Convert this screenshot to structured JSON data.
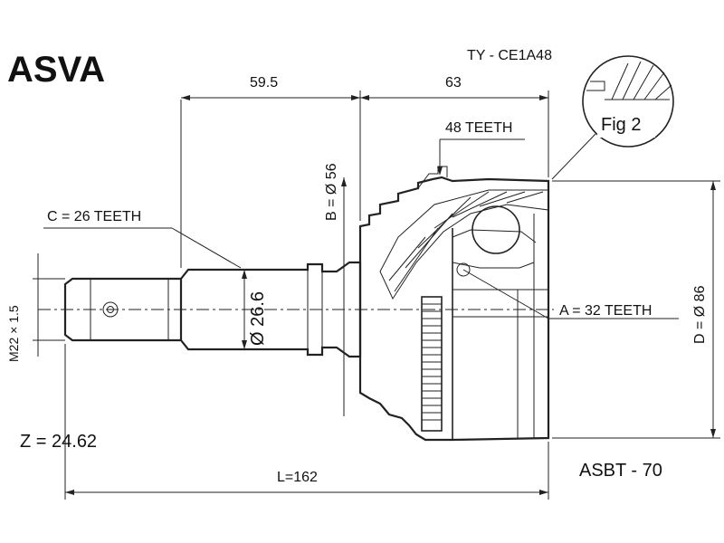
{
  "brand": "ASVA",
  "part_number": "TY - CE1A48",
  "dimensions": {
    "len_shaft_to_flange": "59.5",
    "len_flange_to_end": "63",
    "total_length": "L=162",
    "diameter_b": "B = Ø 56",
    "diameter_shaft": "Ø 26.6",
    "diameter_d": "D = Ø 86",
    "thread": "M22 × 1.5"
  },
  "teeth": {
    "abs_ring": "48 TEETH",
    "outer_spline": "C = 26 TEETH",
    "inner_spline": "A = 32 TEETH"
  },
  "z_value": "Z = 24.62",
  "fig_label": "Fig 2",
  "code": "ASBT - 70"
}
